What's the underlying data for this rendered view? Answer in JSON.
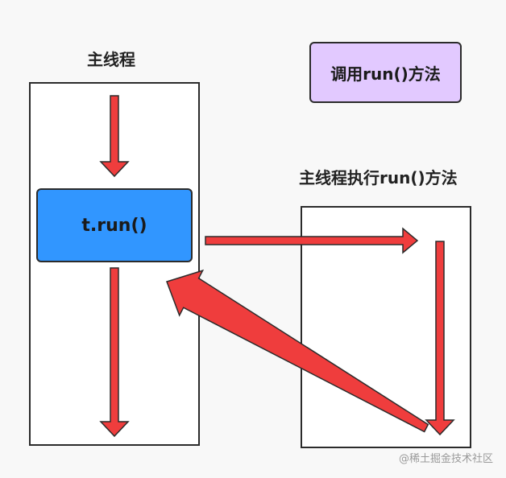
{
  "labels": {
    "main_thread": "主线程",
    "main_thread_run": "主线程执行run()方法"
  },
  "legend": {
    "call_run": "调用run()方法"
  },
  "nodes": {
    "t_run": "t.run()"
  },
  "watermark": "@稀土掘金技术社区",
  "colors": {
    "arrow_fill": "#ef3d3d",
    "arrow_stroke": "#2b2b2b",
    "node_fill": "#3196ff",
    "legend_fill": "#e2c9ff",
    "lane_border": "#2b2b2b",
    "background": "#f8f8f8"
  }
}
